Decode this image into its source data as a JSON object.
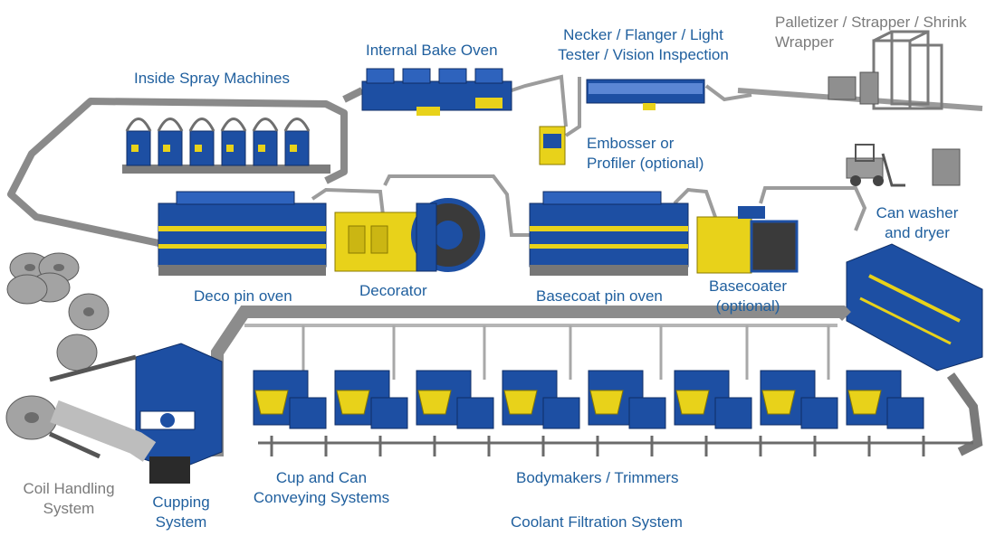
{
  "colors": {
    "label_blue": "#1f5f9e",
    "label_gray": "#7b7b7b",
    "machine_blue": "#1d4fa3",
    "machine_yellow": "#e8d21a",
    "conveyor_gray": "#8c8c8c",
    "coil_gray": "#9a9a9a"
  },
  "labels": {
    "palletizer": {
      "line1": "Palletizer / Strapper / Shrink",
      "line2": "Wrapper"
    },
    "necker": {
      "line1": "Necker / Flanger / Light",
      "line2": "Tester / Vision Inspection"
    },
    "bake_oven": "Internal Bake Oven",
    "spray": "Inside Spray Machines",
    "embosser": {
      "line1": "Embosser or",
      "line2": "Profiler (optional)"
    },
    "washer": {
      "line1": "Can washer",
      "line2": "and dryer"
    },
    "deco_oven": "Deco pin oven",
    "decorator": "Decorator",
    "basecoat_oven": "Basecoat pin oven",
    "basecoater": {
      "line1": "Basecoater",
      "line2": "(optional)"
    },
    "coil": {
      "line1": "Coil Handling",
      "line2": "System"
    },
    "cupping": {
      "line1": "Cupping",
      "line2": "System"
    },
    "conveying": {
      "line1": "Cup and Can",
      "line2": "Conveying Systems"
    },
    "bodymakers": "Bodymakers / Trimmers",
    "coolant": "Coolant Filtration System"
  }
}
